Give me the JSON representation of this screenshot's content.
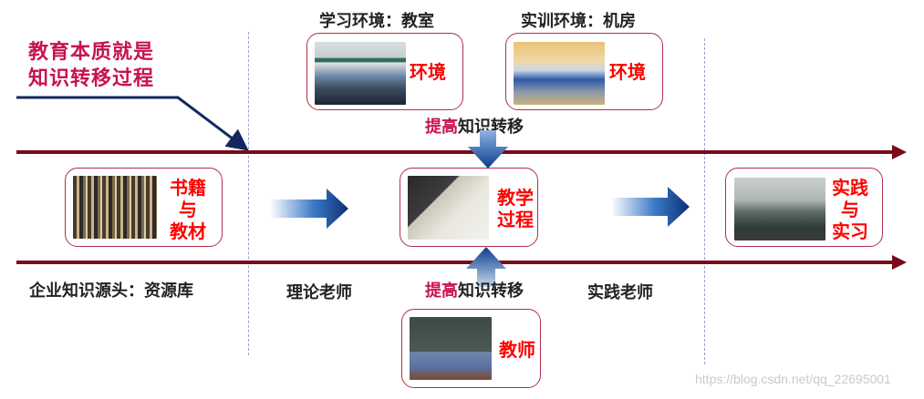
{
  "title": {
    "line1": "教育本质就是",
    "line2": "知识转移过程"
  },
  "top_labels": {
    "classroom": "学习环境：教室",
    "lab": "实训环境：机房"
  },
  "cards": {
    "classroom": {
      "label": "环境",
      "image": "classroom-photo"
    },
    "lab": {
      "label": "环境",
      "image": "computer-lab-photo"
    },
    "books": {
      "line1": "书籍",
      "line2": "与",
      "line3": "教材",
      "image": "bookshelf-photo"
    },
    "teaching": {
      "line1": "教学",
      "line2": "过程",
      "image": "student-computer-photo"
    },
    "practice": {
      "line1": "实践",
      "line2": "与",
      "line3": "实习",
      "image": "office-photo"
    },
    "teacher": {
      "label": "教师",
      "image": "teacher-photo"
    }
  },
  "boost_top": {
    "highlight": "提高",
    "rest": "知识转移"
  },
  "boost_bottom": {
    "highlight": "提高",
    "rest": "知识转移"
  },
  "bottom_labels": {
    "source": "企业知识源头：资源库",
    "theory_teacher": "理论老师",
    "practice_teacher": "实践老师"
  },
  "watermark": "https://blog.csdn.net/qq_22695001",
  "colors": {
    "timeline": "#7a0a1c",
    "title": "#c8134f",
    "card_border": "#b0304a",
    "card_label": "#ff0000",
    "arrow_blue": "#0b3c8c",
    "pointer_line": "#13285e"
  }
}
